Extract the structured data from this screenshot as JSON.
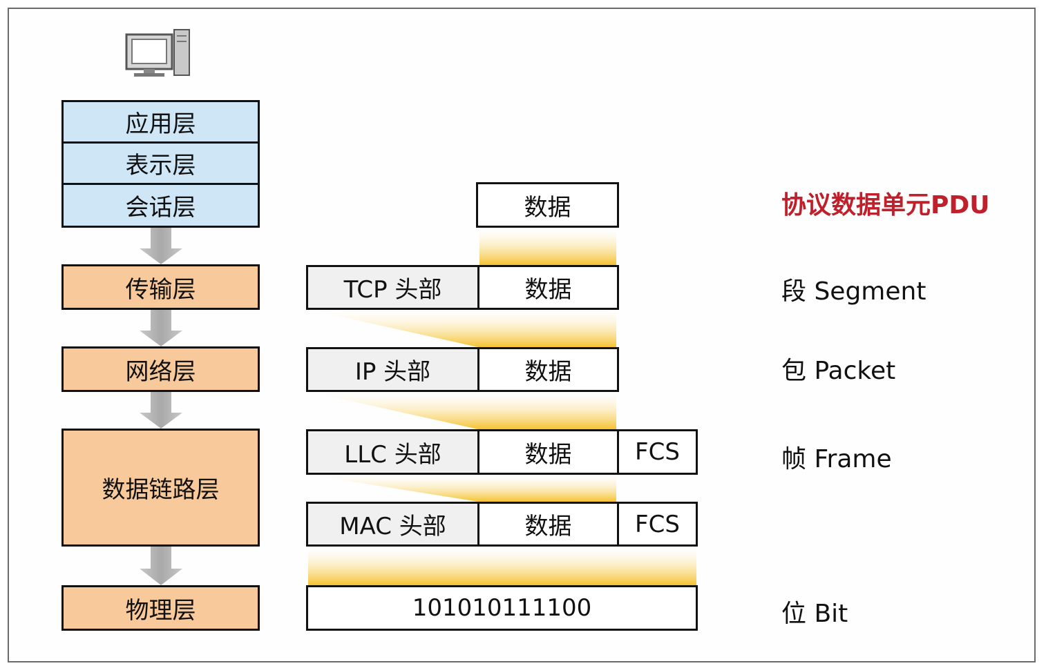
{
  "layers": {
    "application": "应用层",
    "presentation": "表示层",
    "session": "会话层",
    "transport": "传输层",
    "network": "网络层",
    "datalink": "数据链路层",
    "physical": "物理层"
  },
  "headers": {
    "tcp": "TCP 头部",
    "ip": "IP 头部",
    "llc": "LLC 头部",
    "mac": "MAC 头部"
  },
  "data_label": "数据",
  "fcs_label": "FCS",
  "bits": "101010111100",
  "pdu": {
    "title": "协议数据单元PDU",
    "segment": "段 Segment",
    "packet": "包 Packet",
    "frame": "帧 Frame",
    "bit": "位 Bit"
  },
  "colors": {
    "upper_layers": "#cfe6f6",
    "lower_layers": "#f8c99a",
    "accent_red": "#c0202b",
    "funnel_yellow": "#f5c230"
  }
}
